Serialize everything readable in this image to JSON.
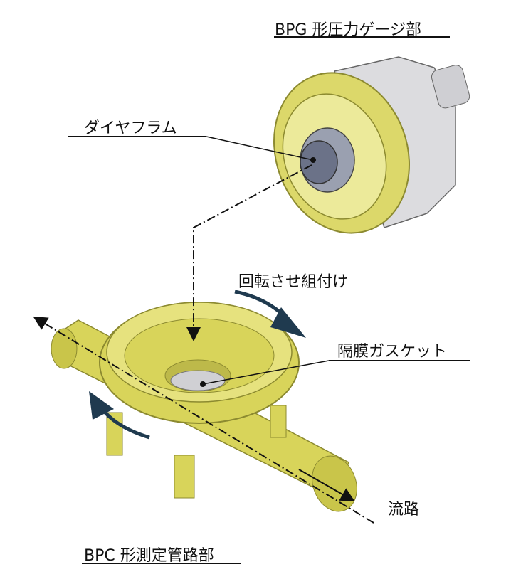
{
  "labels": {
    "gauge": "BPG 形圧力ゲージ部",
    "diaphragm": "ダイヤフラム",
    "rotate": "回転させ組付け",
    "gasket": "隔膜ガスケット",
    "flow": "流路",
    "pipe": "BPC 形測定管路部"
  },
  "colors": {
    "yellow": "#d8d45a",
    "yellow_dark": "#9a9630",
    "gray_body": "#d9d9dc",
    "diaphragm": "#6b7288",
    "arrow": "#1f3a4f"
  }
}
